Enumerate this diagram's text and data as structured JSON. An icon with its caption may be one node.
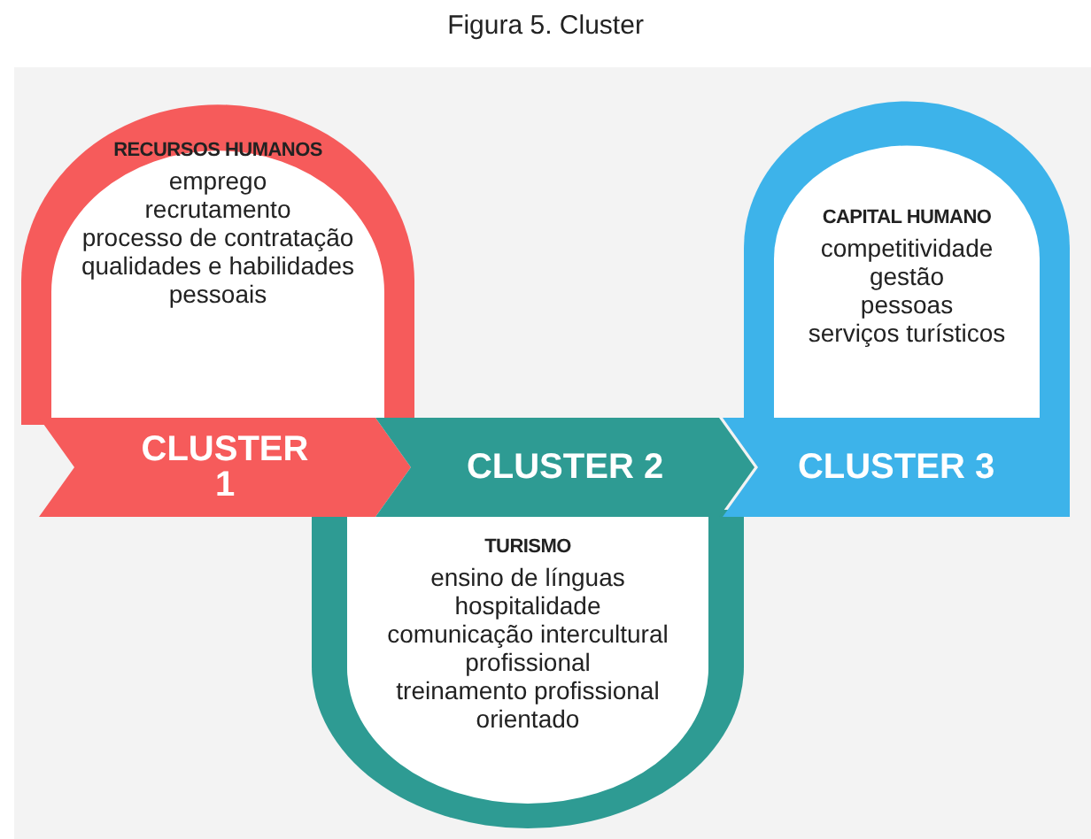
{
  "diagram": {
    "title": "Figura 5. Cluster",
    "nodes": [
      {
        "text": [
          "RECURSOS HUMANOS",
          "emprego",
          "recrutamento",
          "processo de contratação",
          "qualidades e habilidades pessoais"
        ]
      },
      {
        "text": [
          "CAPITAL HUMANO",
          "competitividade",
          "gestão",
          "pessoas",
          "serviços turísticos"
        ]
      },
      {
        "text": [
          "CLUSTER 1"
        ]
      },
      {
        "text": [
          "CLUSTER 2"
        ]
      },
      {
        "text": [
          "CLUSTER 3"
        ]
      },
      {
        "text": [
          "TURISMO",
          "ensino de línguas",
          "hospitalidade",
          "comunicação intercultural profissional",
          "treinamento profissional orientado"
        ]
      }
    ]
  }
}
